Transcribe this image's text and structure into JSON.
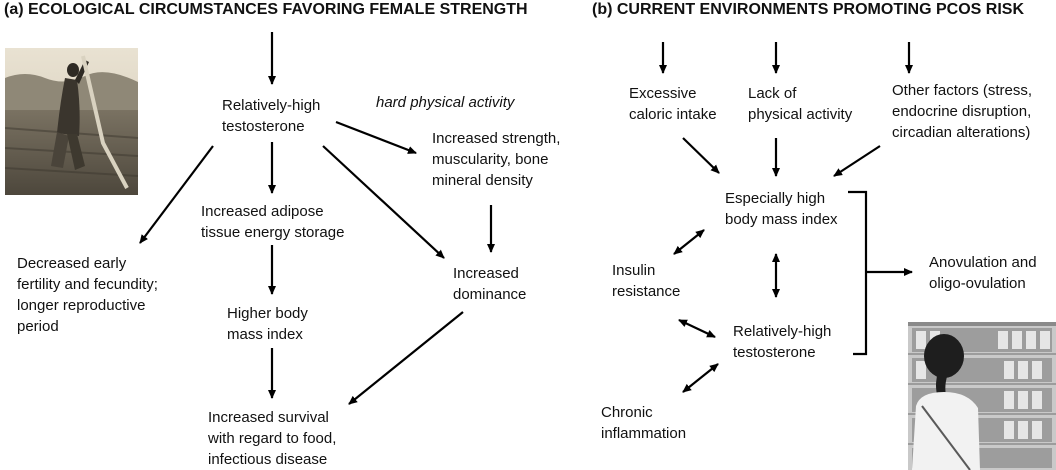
{
  "panel_a": {
    "title": "(a) ECOLOGICAL CIRCUMSTANCES FAVORING FEMALE STRENGTH",
    "nodes": {
      "testosterone": [
        "Relatively-high",
        "testosterone"
      ],
      "activity_label": "hard physical activity",
      "strength": [
        "Increased strength,",
        "muscularity, bone",
        "mineral density"
      ],
      "adipose": [
        "Increased adipose",
        "tissue energy storage"
      ],
      "fertility": [
        "Decreased early",
        "fertility and fecundity;",
        "longer reproductive",
        "period"
      ],
      "dominance": [
        "Increased",
        "dominance"
      ],
      "bmi": [
        "Higher body",
        "mass index"
      ],
      "survival": [
        "Increased survival",
        "with regard to food,",
        "infectious disease"
      ]
    },
    "photo": "woman-hoeing-field-photo"
  },
  "panel_b": {
    "title": "(b) CURRENT ENVIRONMENTS PROMOTING PCOS RISK",
    "nodes": {
      "caloric": [
        "Excessive",
        "caloric intake"
      ],
      "activity": [
        "Lack of",
        "physical activity"
      ],
      "other": [
        "Other factors (stress,",
        "endocrine disruption,",
        "circadian alterations)"
      ],
      "bmi": [
        "Especially high",
        "body mass index"
      ],
      "insulin": [
        "Insulin",
        "resistance"
      ],
      "anovulation": [
        "Anovulation and",
        "oligo-ovulation"
      ],
      "testosterone": [
        "Relatively-high",
        "testosterone"
      ],
      "inflammation": [
        "Chronic",
        "inflammation"
      ]
    },
    "photo": "girl-at-supermarket-shelf-photo"
  },
  "colors": {
    "text": "#111111",
    "arrow": "#000000"
  }
}
